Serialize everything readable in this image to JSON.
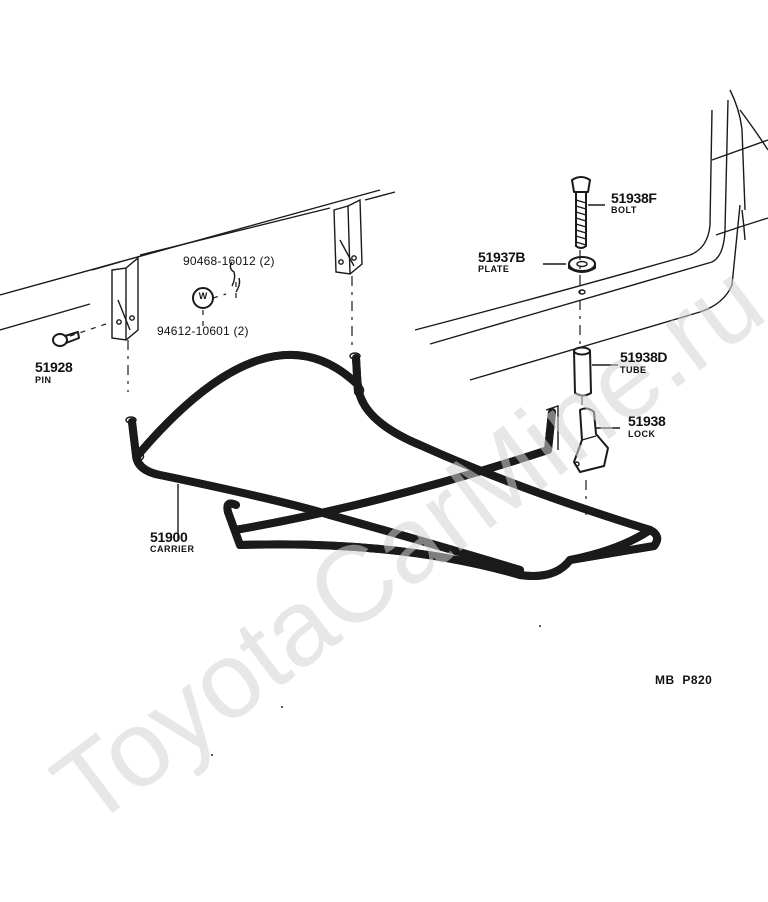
{
  "parts": [
    {
      "number": "51938F",
      "name": "BOLT"
    },
    {
      "number": "51937B",
      "name": "PLATE"
    },
    {
      "number": "51938D",
      "name": "TUBE"
    },
    {
      "number": "51938",
      "name": "LOCK"
    },
    {
      "number": "51928",
      "name": "PIN"
    },
    {
      "number": "51900",
      "name": "CARRIER"
    }
  ],
  "callouts": [
    {
      "text": "90468-16012 (2)"
    },
    {
      "text": "94612-10601 (2)"
    }
  ],
  "washer_symbol": "W",
  "figure_code": "MB  P820",
  "watermark": "ToyotaCarMine.ru"
}
